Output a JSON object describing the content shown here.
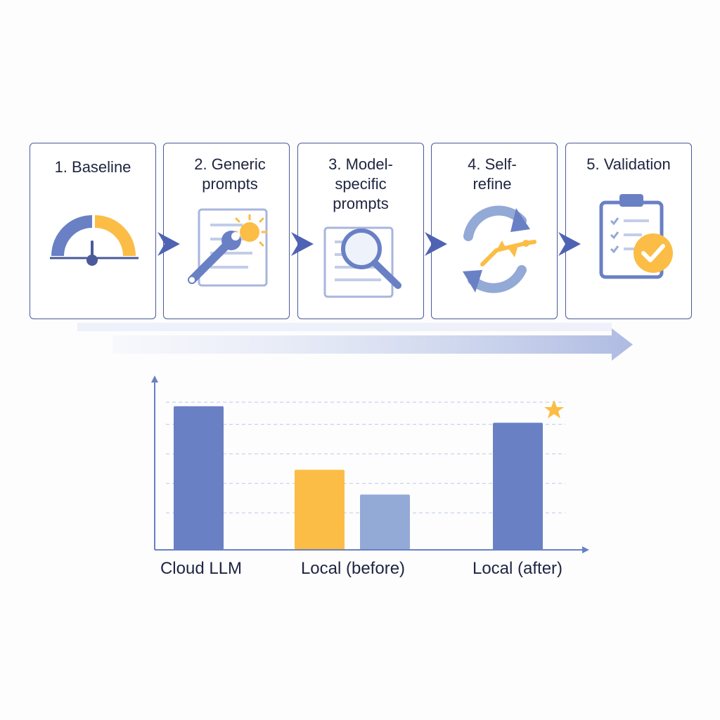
{
  "steps": [
    {
      "label": "1. Baseline",
      "icon": "gauge-icon"
    },
    {
      "label": "2. Generic prompts",
      "icon": "wrench-document-icon"
    },
    {
      "label": "3. Model-specific prompts",
      "icon": "magnifier-document-icon"
    },
    {
      "label": "4. Self-refine",
      "icon": "refresh-cycle-icon"
    },
    {
      "label": "5. Validation",
      "icon": "clipboard-check-icon"
    }
  ],
  "colors": {
    "blue": "#6a80c4",
    "light_blue": "#93a9d6",
    "yellow": "#fbbd45",
    "border": "#4a5a9a"
  },
  "chart_data": {
    "type": "bar",
    "categories": [
      "Cloud LLM",
      "Local (before)",
      "Local (after)"
    ],
    "series": [
      {
        "values": [
          52,
          29,
          46
        ]
      },
      {
        "values": [
          null,
          20,
          null
        ]
      }
    ],
    "series_colors": [
      "#6a80c4",
      "#fbbd45",
      "#93a9d6",
      "#6a80c4"
    ],
    "ylim": [
      0,
      56
    ],
    "grid": true,
    "annotations": [
      "star-icon"
    ]
  }
}
